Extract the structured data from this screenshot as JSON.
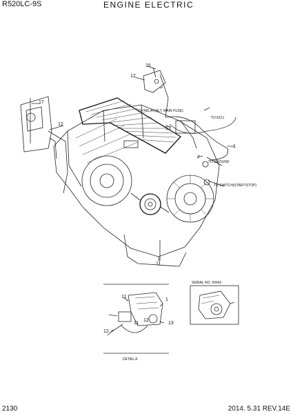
{
  "header": {
    "model": "R520LC-9S",
    "title": "ENGINE ELECTRIC"
  },
  "footer": {
    "page_number": "2130",
    "date_rev": "2014. 5.31  REV.14E"
  },
  "callouts": {
    "c17": "17",
    "c12a": "12",
    "c15": "15",
    "c12b": "12",
    "c13": "13",
    "c1": "1",
    "c7": "7",
    "c11": "11",
    "c1b": "1",
    "c11b": "11",
    "c12c": "12",
    "c13b": "13",
    "c1c": "1",
    "c12d": "12"
  },
  "notes": {
    "n1": "TO RELAY(ALT, MAIN FUSE)",
    "n2": "TO ECU",
    "n3": "TO GROUND",
    "n4": "TO SWITCH(START/STOP)"
  },
  "inset_right_label": "SERIAL NO. #0041-",
  "inset_left_label": "DETAIL A"
}
